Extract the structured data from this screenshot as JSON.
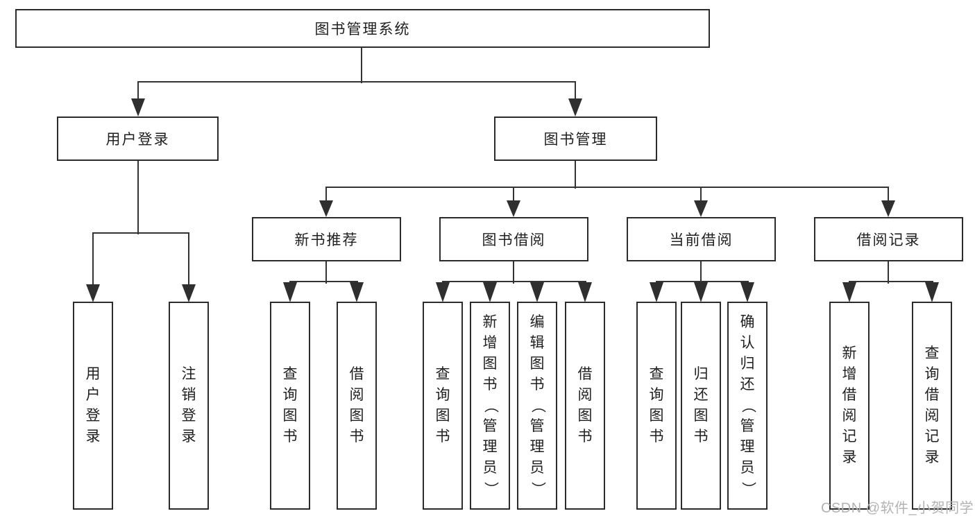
{
  "diagram_title": "图书管理系统",
  "tree": {
    "root": {
      "label": "图书管理系统"
    },
    "branches": [
      {
        "label": "用户登录",
        "leaves": [
          {
            "label": "用户登录"
          },
          {
            "label": "注销登录"
          }
        ]
      },
      {
        "label": "图书管理",
        "groups": [
          {
            "label": "新书推荐",
            "leaves": [
              {
                "label": "查询图书"
              },
              {
                "label": "借阅图书"
              }
            ]
          },
          {
            "label": "图书借阅",
            "leaves": [
              {
                "label": "查询图书"
              },
              {
                "label": "新增图书（管理员）"
              },
              {
                "label": "编辑图书（管理员）"
              },
              {
                "label": "借阅图书"
              }
            ]
          },
          {
            "label": "当前借阅",
            "leaves": [
              {
                "label": "查询图书"
              },
              {
                "label": "归还图书"
              },
              {
                "label": "确认归还（管理员）"
              }
            ]
          },
          {
            "label": "借阅记录",
            "leaves": [
              {
                "label": "新增借阅记录"
              },
              {
                "label": "查询借阅记录"
              }
            ]
          }
        ]
      }
    ]
  },
  "watermark": {
    "text": "CSDN @软件_小贺同学",
    "color": "#b3b3b3"
  },
  "colors": {
    "line": "#333333",
    "border": "#2b2b2b",
    "text": "#1f1f1f",
    "background": "#ffffff"
  }
}
